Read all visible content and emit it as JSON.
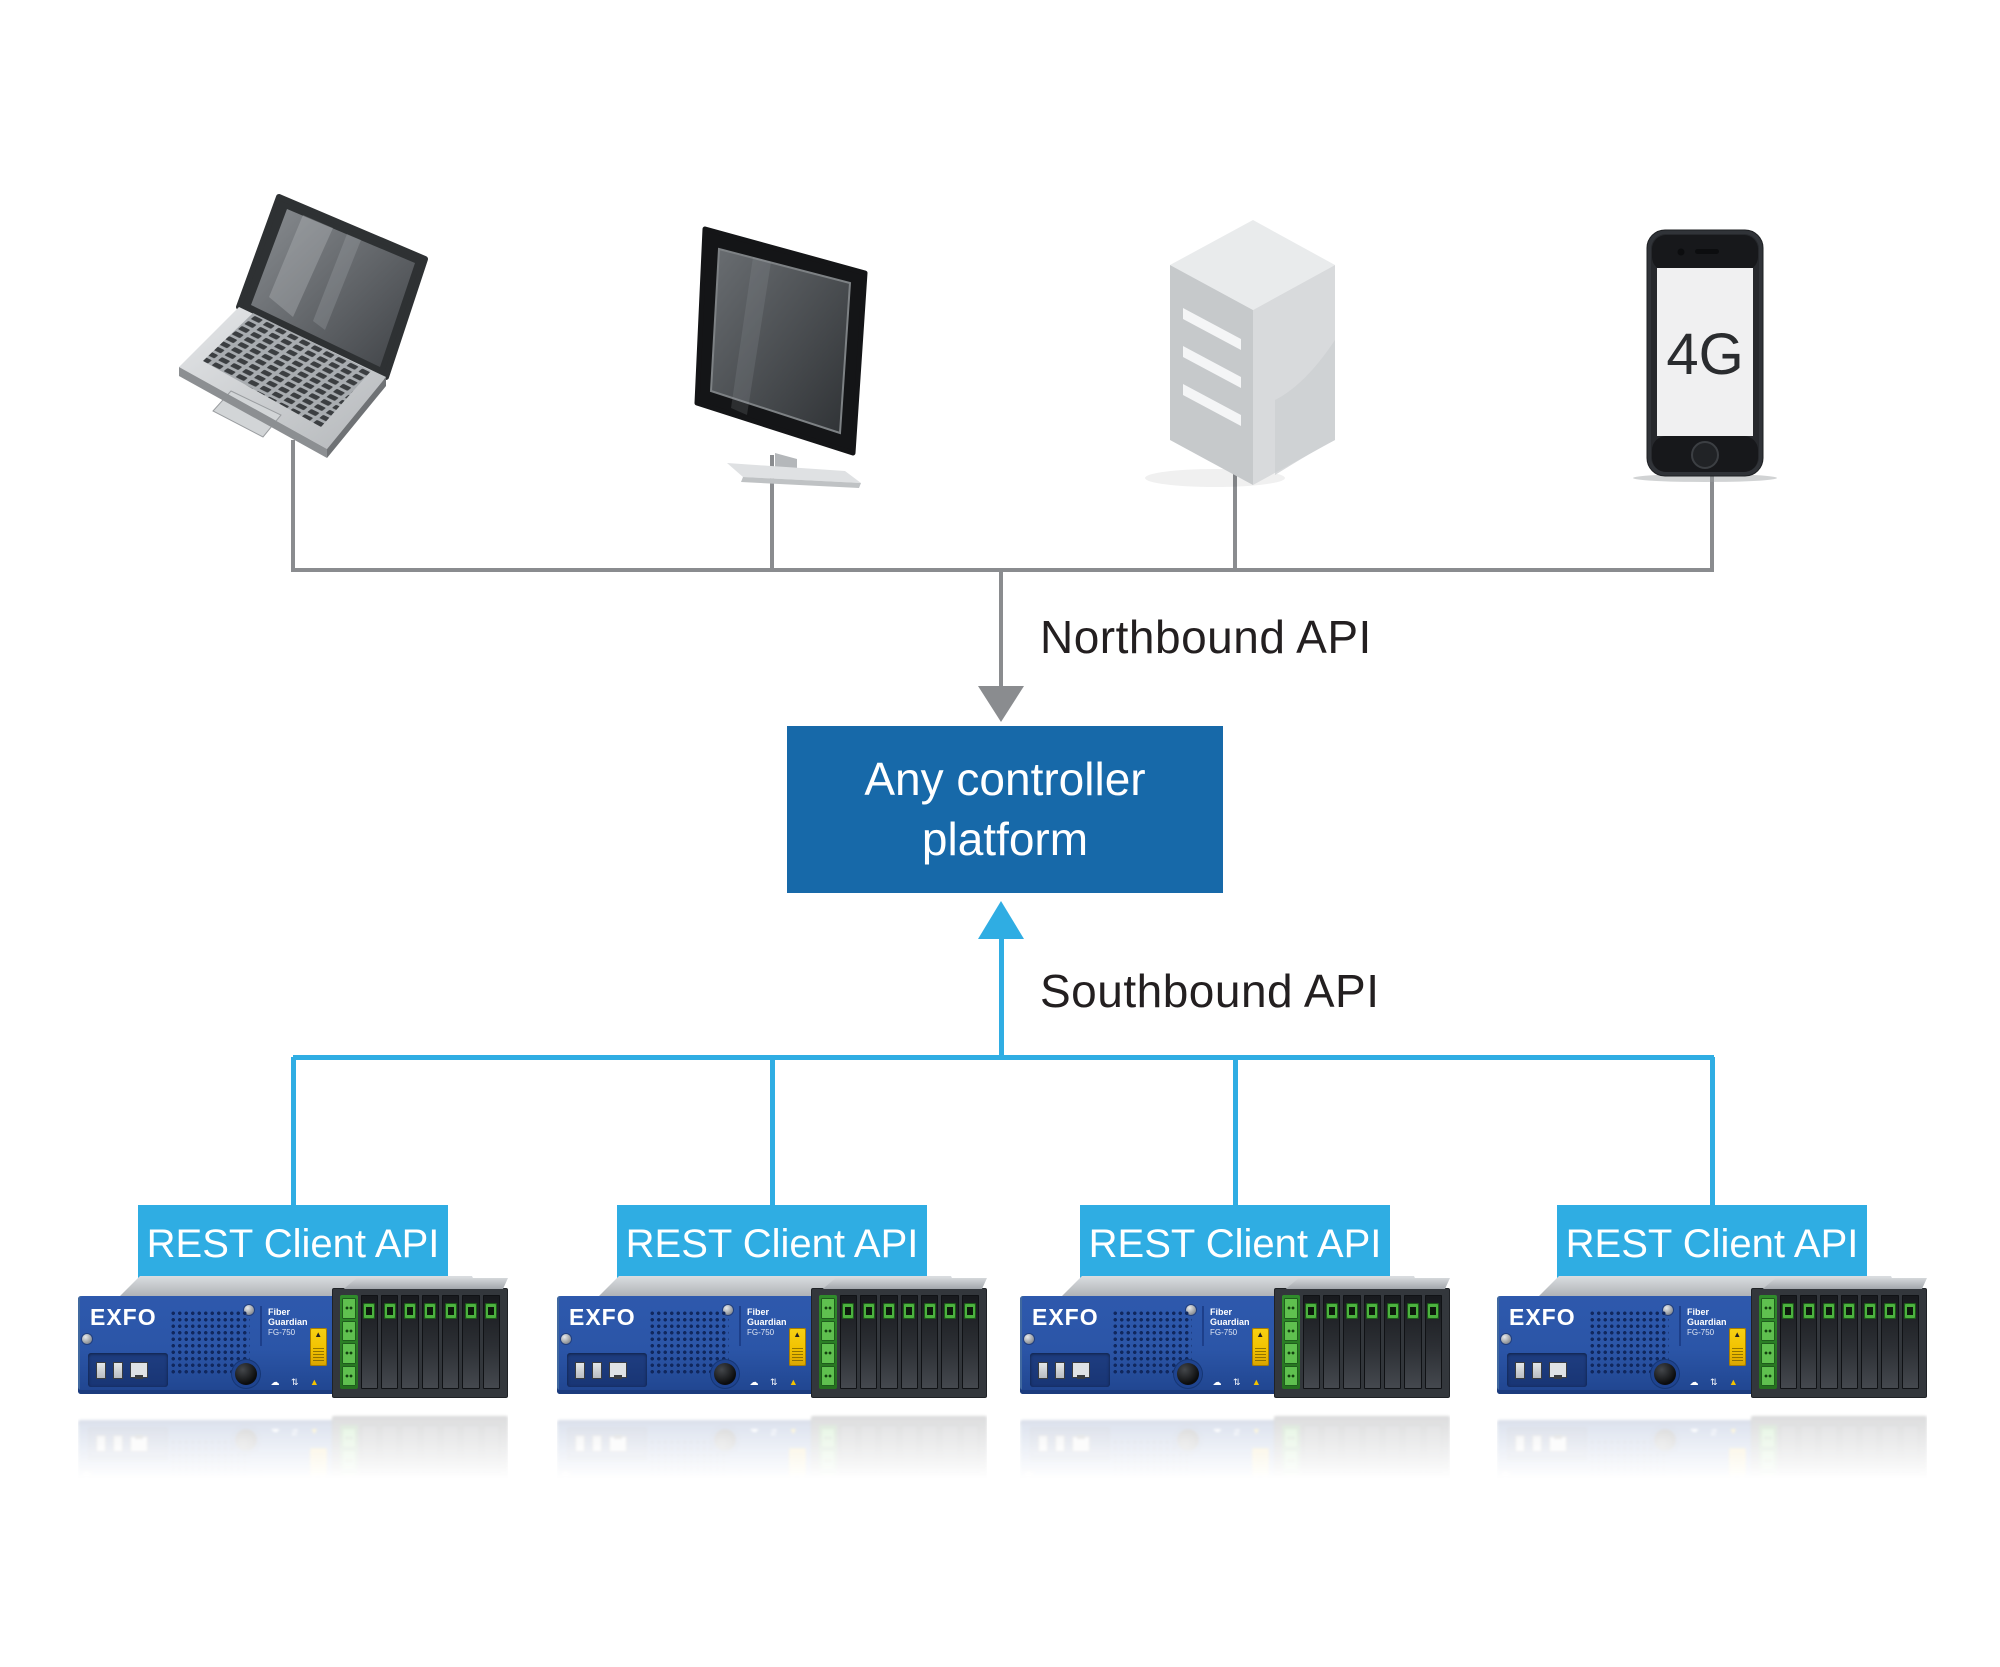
{
  "labels": {
    "northbound": "Northbound API",
    "southbound": "Southbound API",
    "controller_line1": "Any controller",
    "controller_line2": "platform",
    "phone_screen": "4G"
  },
  "rest_units": [
    {
      "label": "REST Client API",
      "brand": "EXFO",
      "product": "Fiber Guardian",
      "model": "FG-750"
    },
    {
      "label": "REST Client API",
      "brand": "EXFO",
      "product": "Fiber Guardian",
      "model": "FG-750"
    },
    {
      "label": "REST Client API",
      "brand": "EXFO",
      "product": "Fiber Guardian",
      "model": "FG-750"
    },
    {
      "label": "REST Client API",
      "brand": "EXFO",
      "product": "Fiber Guardian",
      "model": "FG-750"
    }
  ],
  "colors": {
    "accent_cyan": "#2fade3",
    "controller_blue": "#1769a9",
    "bus_gray": "#8a8c8f",
    "text_dark": "#231f20",
    "chassis_blue": "#2b55a7",
    "module_bay_dark": "#33373c",
    "connector_green": "#4cb23f",
    "warning_yellow": "#f2c200"
  }
}
